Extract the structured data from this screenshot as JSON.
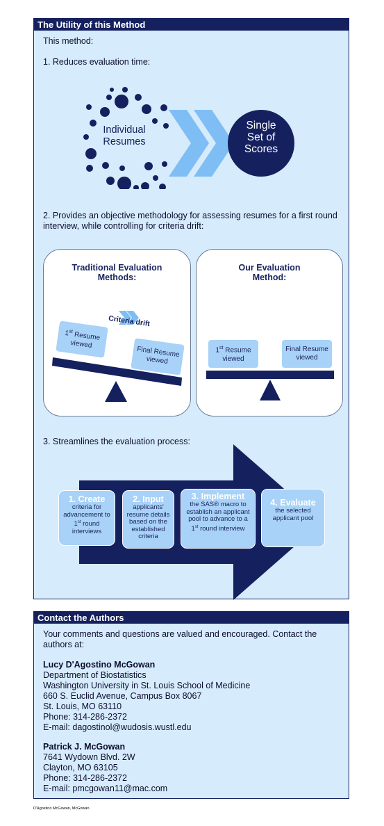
{
  "utility": {
    "header": "The Utility of this Method",
    "intro": "This method:",
    "point1": "1.  Reduces evaluation time:",
    "individual_resumes": [
      "Individual",
      "Resumes"
    ],
    "single_set": [
      "Single",
      "Set of",
      "Scores"
    ],
    "point2_lines": [
      "2. Provides an objective methodology for assessing resumes for a first round",
      "interview, while controlling for criteria drift:"
    ],
    "traditional": {
      "title_lines": [
        "Traditional Evaluation",
        "Methods:"
      ],
      "criteria_drift": "Criteria drift",
      "first_resume": "1st Resume viewed",
      "final_resume": "Final Resume viewed"
    },
    "ours": {
      "title_lines": [
        "Our Evaluation",
        "Method:"
      ],
      "first_resume": "1st Resume viewed",
      "final_resume": "Final Resume viewed"
    },
    "point3": "3. Streamlines the evaluation process:",
    "steps": [
      {
        "title": "1. Create",
        "body": "criteria for advancement to 1st round interviews"
      },
      {
        "title": "2. Input",
        "body": "applicants' resume details based on the established criteria"
      },
      {
        "title": "3. Implement",
        "body": "the SAS® macro to establish an applicant pool to advance to a 1st round interview"
      },
      {
        "title": "4. Evaluate",
        "body": "the selected applicant pool"
      }
    ]
  },
  "contact": {
    "header": "Contact the Authors",
    "intro_lines": [
      "Your comments and questions are valued and encouraged. Contact the",
      "authors at:"
    ],
    "author1": {
      "name": "Lucy D'Agostino McGowan",
      "lines": [
        "Department of Biostatistics",
        "Washington University in St. Louis School of Medicine",
        "660 S. Euclid Avenue, Campus Box 8067",
        "St. Louis, MO 63110",
        "Phone: 314-286-2372",
        "E-mail: dagostinol@wudosis.wustl.edu"
      ]
    },
    "author2": {
      "name": "Patrick J. McGowan",
      "lines": [
        "7641 Wydown Blvd. 2W",
        "Clayton, MO 63105",
        "Phone: 314-286-2372",
        "E-mail: pmcgowan11@mac.com"
      ]
    }
  },
  "footer": "D'Agostino McGowan, McGowan",
  "colors": {
    "navy": "#15205e",
    "panel": "#d6ebfb",
    "light_blue": "#a8d2f7"
  }
}
